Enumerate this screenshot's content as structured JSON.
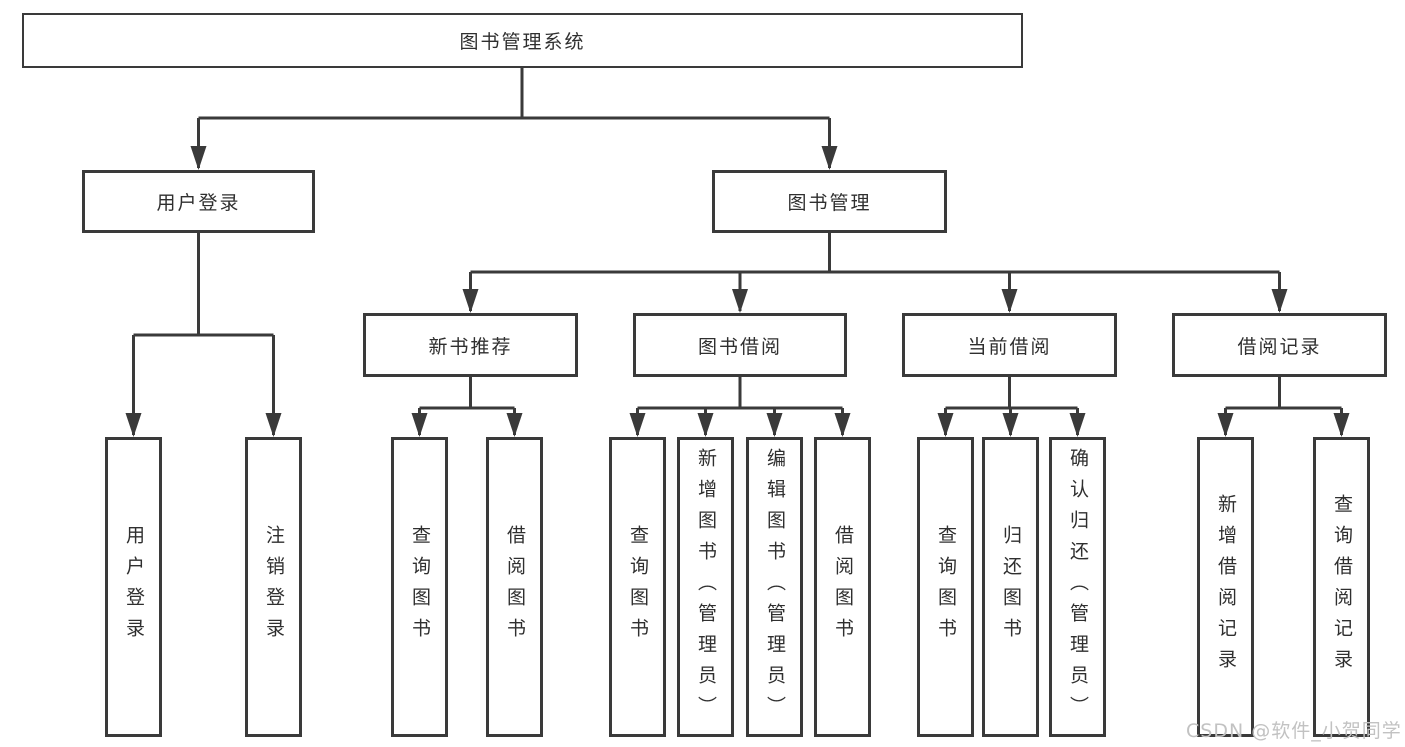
{
  "diagram_type": "hierarchy-tree",
  "colors": {
    "background": "#ffffff",
    "line": "#3a3a3a",
    "box_border": "#3a3a3a",
    "text": "#2f2f2f",
    "watermark": "#c2c2c2"
  },
  "tree": {
    "label": "图书管理系统",
    "children": [
      {
        "label": "用户登录",
        "children": [
          {
            "label": "用户登录"
          },
          {
            "label": "注销登录"
          }
        ]
      },
      {
        "label": "图书管理",
        "children": [
          {
            "label": "新书推荐",
            "children": [
              {
                "label": "查询图书"
              },
              {
                "label": "借阅图书"
              }
            ]
          },
          {
            "label": "图书借阅",
            "children": [
              {
                "label": "查询图书"
              },
              {
                "label": "新增图书（管理员）"
              },
              {
                "label": "编辑图书（管理员）"
              },
              {
                "label": "借阅图书"
              }
            ]
          },
          {
            "label": "当前借阅",
            "children": [
              {
                "label": "查询图书"
              },
              {
                "label": "归还图书"
              },
              {
                "label": "确认归还（管理员）"
              }
            ]
          },
          {
            "label": "借阅记录",
            "children": [
              {
                "label": "新增借阅记录"
              },
              {
                "label": "查询借阅记录"
              }
            ]
          }
        ]
      }
    ]
  },
  "watermark": {
    "text": "CSDN @软件_小贺同学"
  }
}
